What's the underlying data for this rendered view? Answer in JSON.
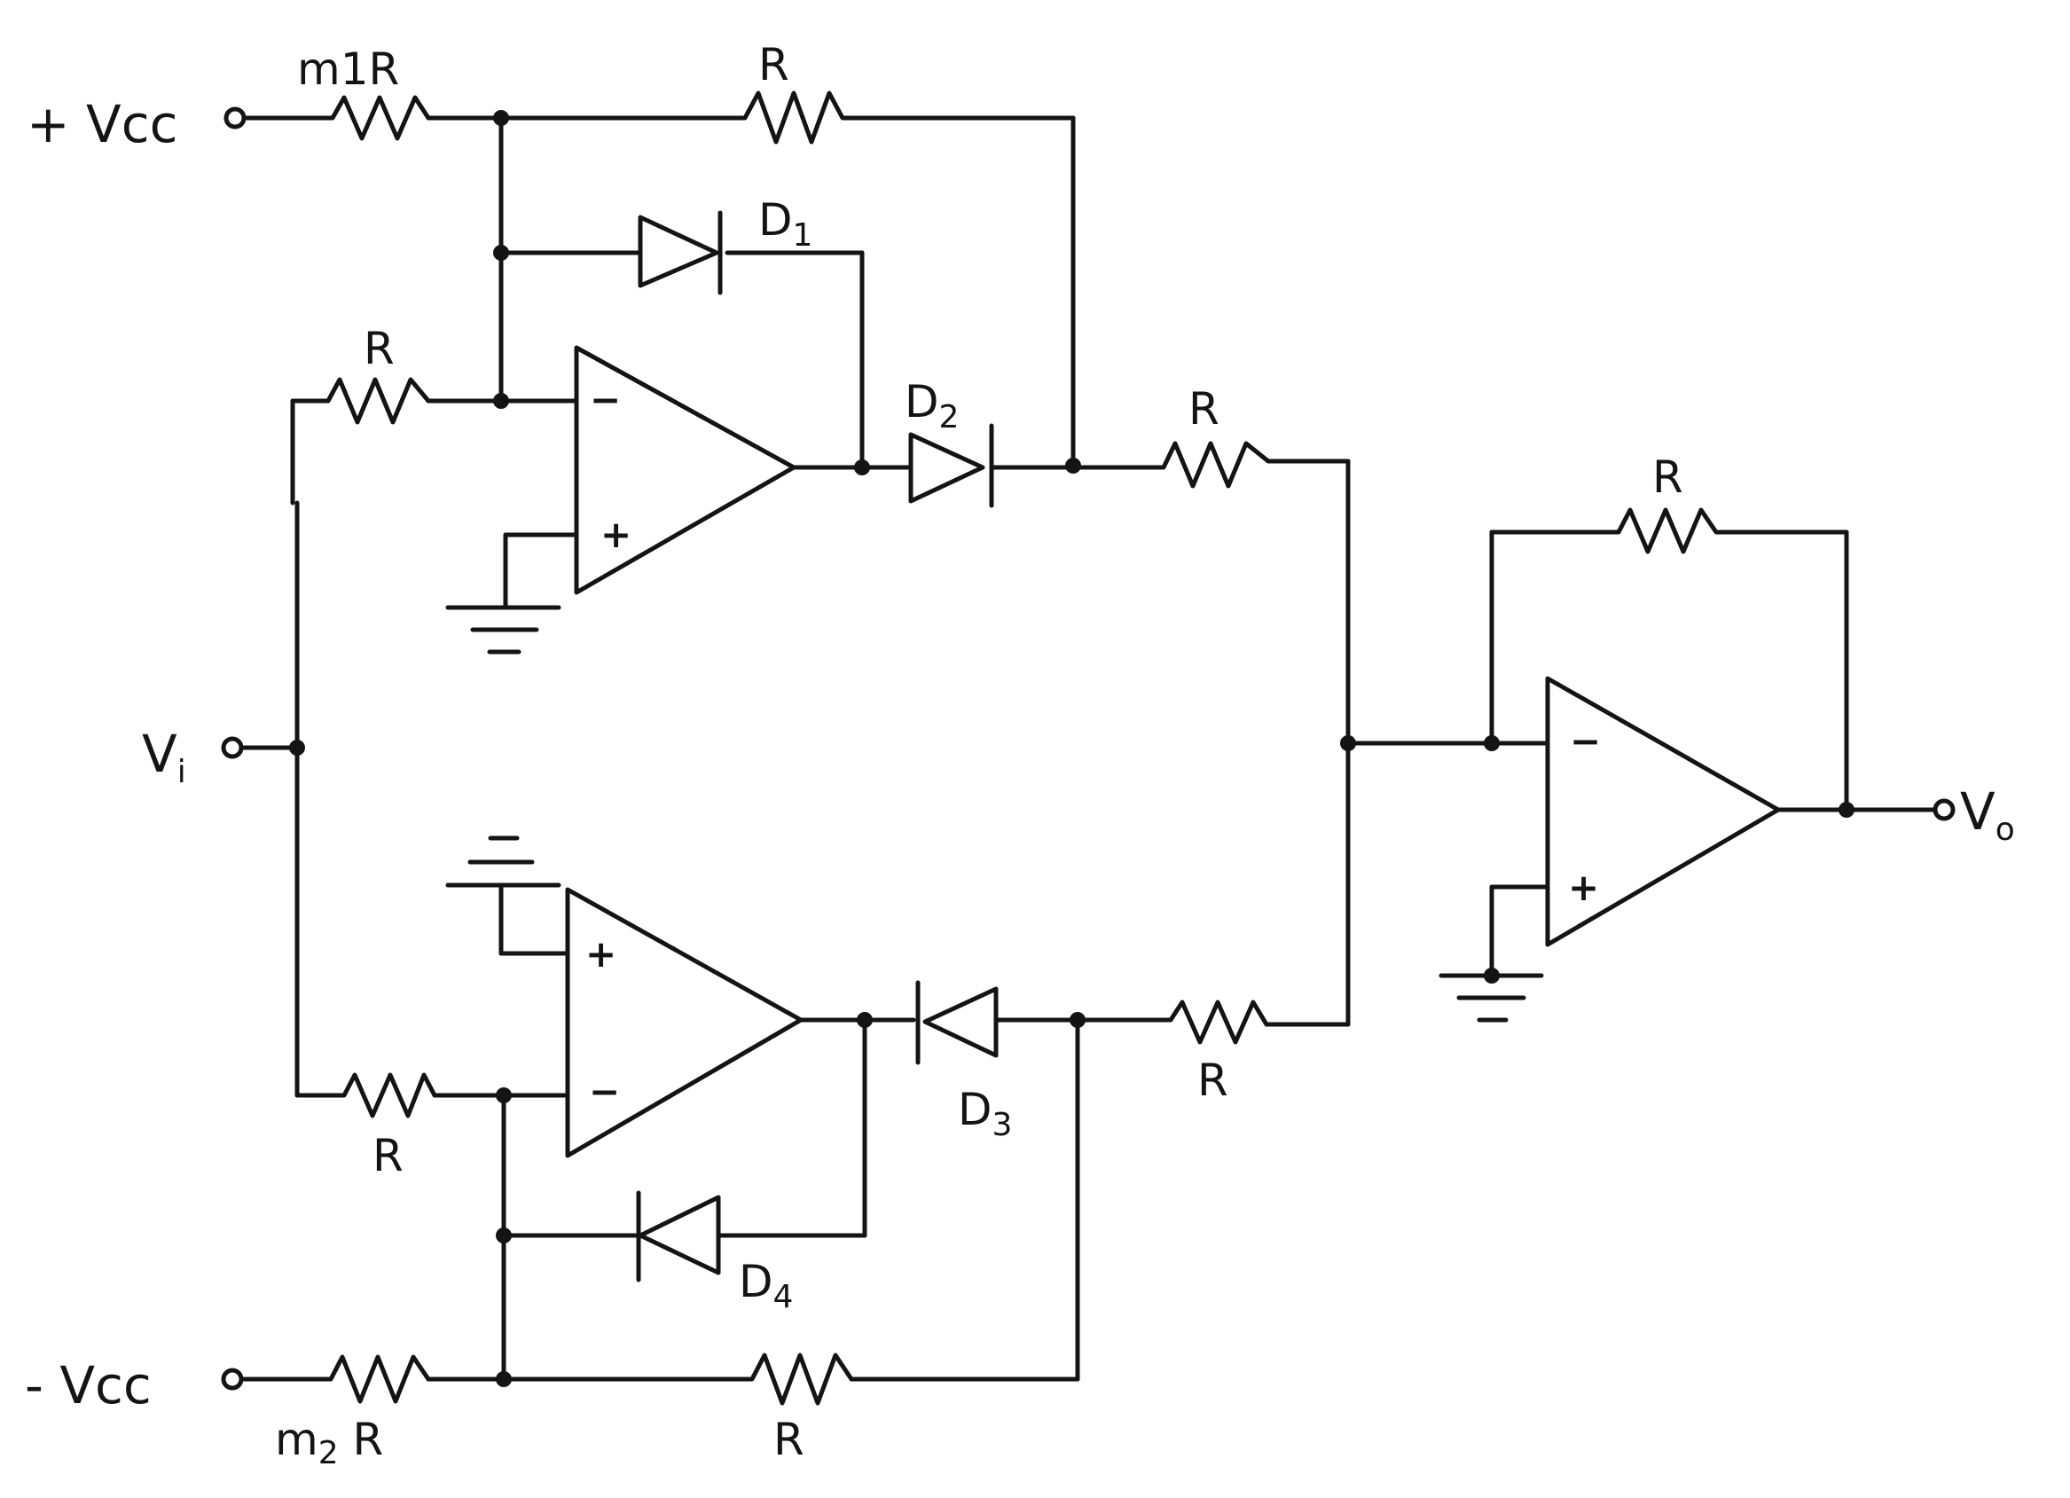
{
  "terminals": {
    "vcc_pos": {
      "label": "+ Vcc"
    },
    "vcc_neg": {
      "label": "- Vcc"
    },
    "vi": {
      "label": "V",
      "sub": "i"
    },
    "vo": {
      "label": "V",
      "sub": "o"
    }
  },
  "resistors": {
    "r_top_supply": {
      "label": "m1R"
    },
    "r_top_feedback": {
      "label": "R"
    },
    "r_top_input": {
      "label": "R"
    },
    "r_top_sum": {
      "label": "R"
    },
    "r_out_feedback": {
      "label": "R"
    },
    "r_bot_input": {
      "label": "R"
    },
    "r_bot_sum": {
      "label": "R"
    },
    "r_bot_supply": {
      "label": "m",
      "sub": "2",
      "suffix": " R"
    },
    "r_bot_feedback": {
      "label": "R"
    }
  },
  "diodes": {
    "d1": {
      "label": "D",
      "sub": "1"
    },
    "d2": {
      "label": "D",
      "sub": "2"
    },
    "d3": {
      "label": "D",
      "sub": "3"
    },
    "d4": {
      "label": "D",
      "sub": "4"
    }
  },
  "opamps": {
    "top": {
      "minus": "−",
      "plus": "+"
    },
    "bottom": {
      "minus": "−",
      "plus": "+"
    },
    "output": {
      "minus": "−",
      "plus": "+"
    }
  },
  "colors": {
    "ink": "#141414",
    "paper": "#ffffff"
  }
}
